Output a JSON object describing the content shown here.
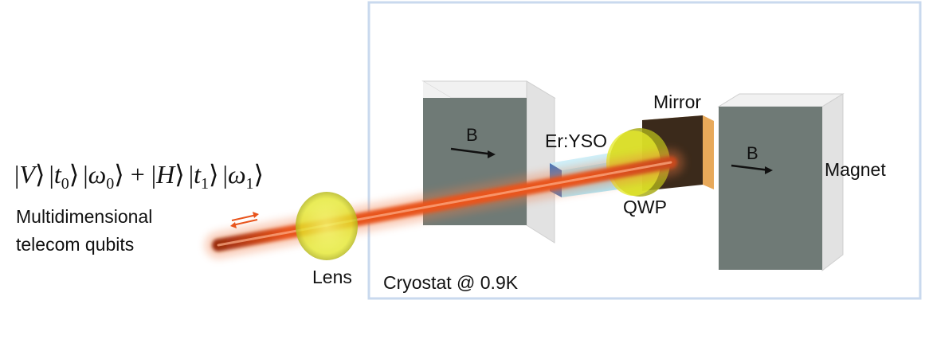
{
  "state": {
    "ket_v": "V",
    "ket_t0": "t",
    "ket_t0_sub": "0",
    "ket_w0": "ω",
    "ket_w0_sub": "0",
    "plus": "+",
    "ket_h": "H",
    "ket_t1": "t",
    "ket_t1_sub": "1",
    "ket_w1": "ω",
    "ket_w1_sub": "1"
  },
  "labels": {
    "qubits_line1": "Multidimensional",
    "qubits_line2": "telecom qubits",
    "lens": "Lens",
    "cryostat": "Cryostat @ 0.9K",
    "crystal": "Er:YSO",
    "qwp": "QWP",
    "mirror": "Mirror",
    "magnet": "Magnet",
    "field_left": "B",
    "field_right": "B"
  },
  "colors": {
    "cryostat_border": "#c9d9ee",
    "magnet_front": "#6f7a76",
    "magnet_top": "#f2f2f2",
    "magnet_side": "#e3e3e3",
    "laser": "#e8541c",
    "lens": "#e6ea2a",
    "crystal": "#a8e4f5",
    "crystal_end": "#4d78b8",
    "mirror_front": "#3b2a1b",
    "mirror_edge": "#e8a95a",
    "arrow_orange": "#e8541c"
  }
}
